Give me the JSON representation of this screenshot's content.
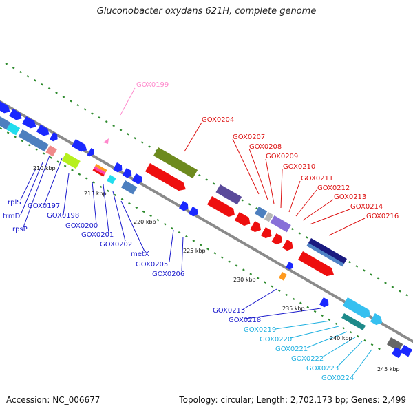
{
  "title": "Gluconobacter oxydans 621H, complete genome",
  "footer": {
    "accession": "Accession: NC_006677",
    "summary": "Topology: circular; Length: 2,702,173 bp; Genes: 2,499"
  },
  "colors": {
    "backbone": "#8a8a8a",
    "label_blue": "#1a1acc",
    "label_red": "#dd1111",
    "label_pink": "#ff88cc",
    "label_cyan": "#1eb0e0",
    "tick_green": "#2d8a2d"
  },
  "kbp_ticks": [
    "210 kbp",
    "215 kbp",
    "220 kbp",
    "225 kbp",
    "230 kbp",
    "235 kbp",
    "240 kbp",
    "245 kbp"
  ],
  "gene_labels": {
    "pink": [
      "GOX0199"
    ],
    "red": [
      "GOX0204",
      "GOX0207",
      "GOX0208",
      "GOX0209",
      "GOX0210",
      "GOX0211",
      "GOX0212",
      "GOX0213",
      "GOX0214",
      "GOX0216"
    ],
    "blue": [
      "rplS",
      "trmD",
      "rpsP",
      "GOX0197",
      "GOX0198",
      "GOX0200",
      "GOX0201",
      "GOX0202",
      "metX",
      "GOX0205",
      "GOX0206",
      "GOX0215",
      "GOX0218"
    ],
    "cyan": [
      "GOX0219",
      "GOX0220",
      "GOX0221",
      "GOX0222",
      "GOX0223",
      "GOX0224"
    ]
  }
}
